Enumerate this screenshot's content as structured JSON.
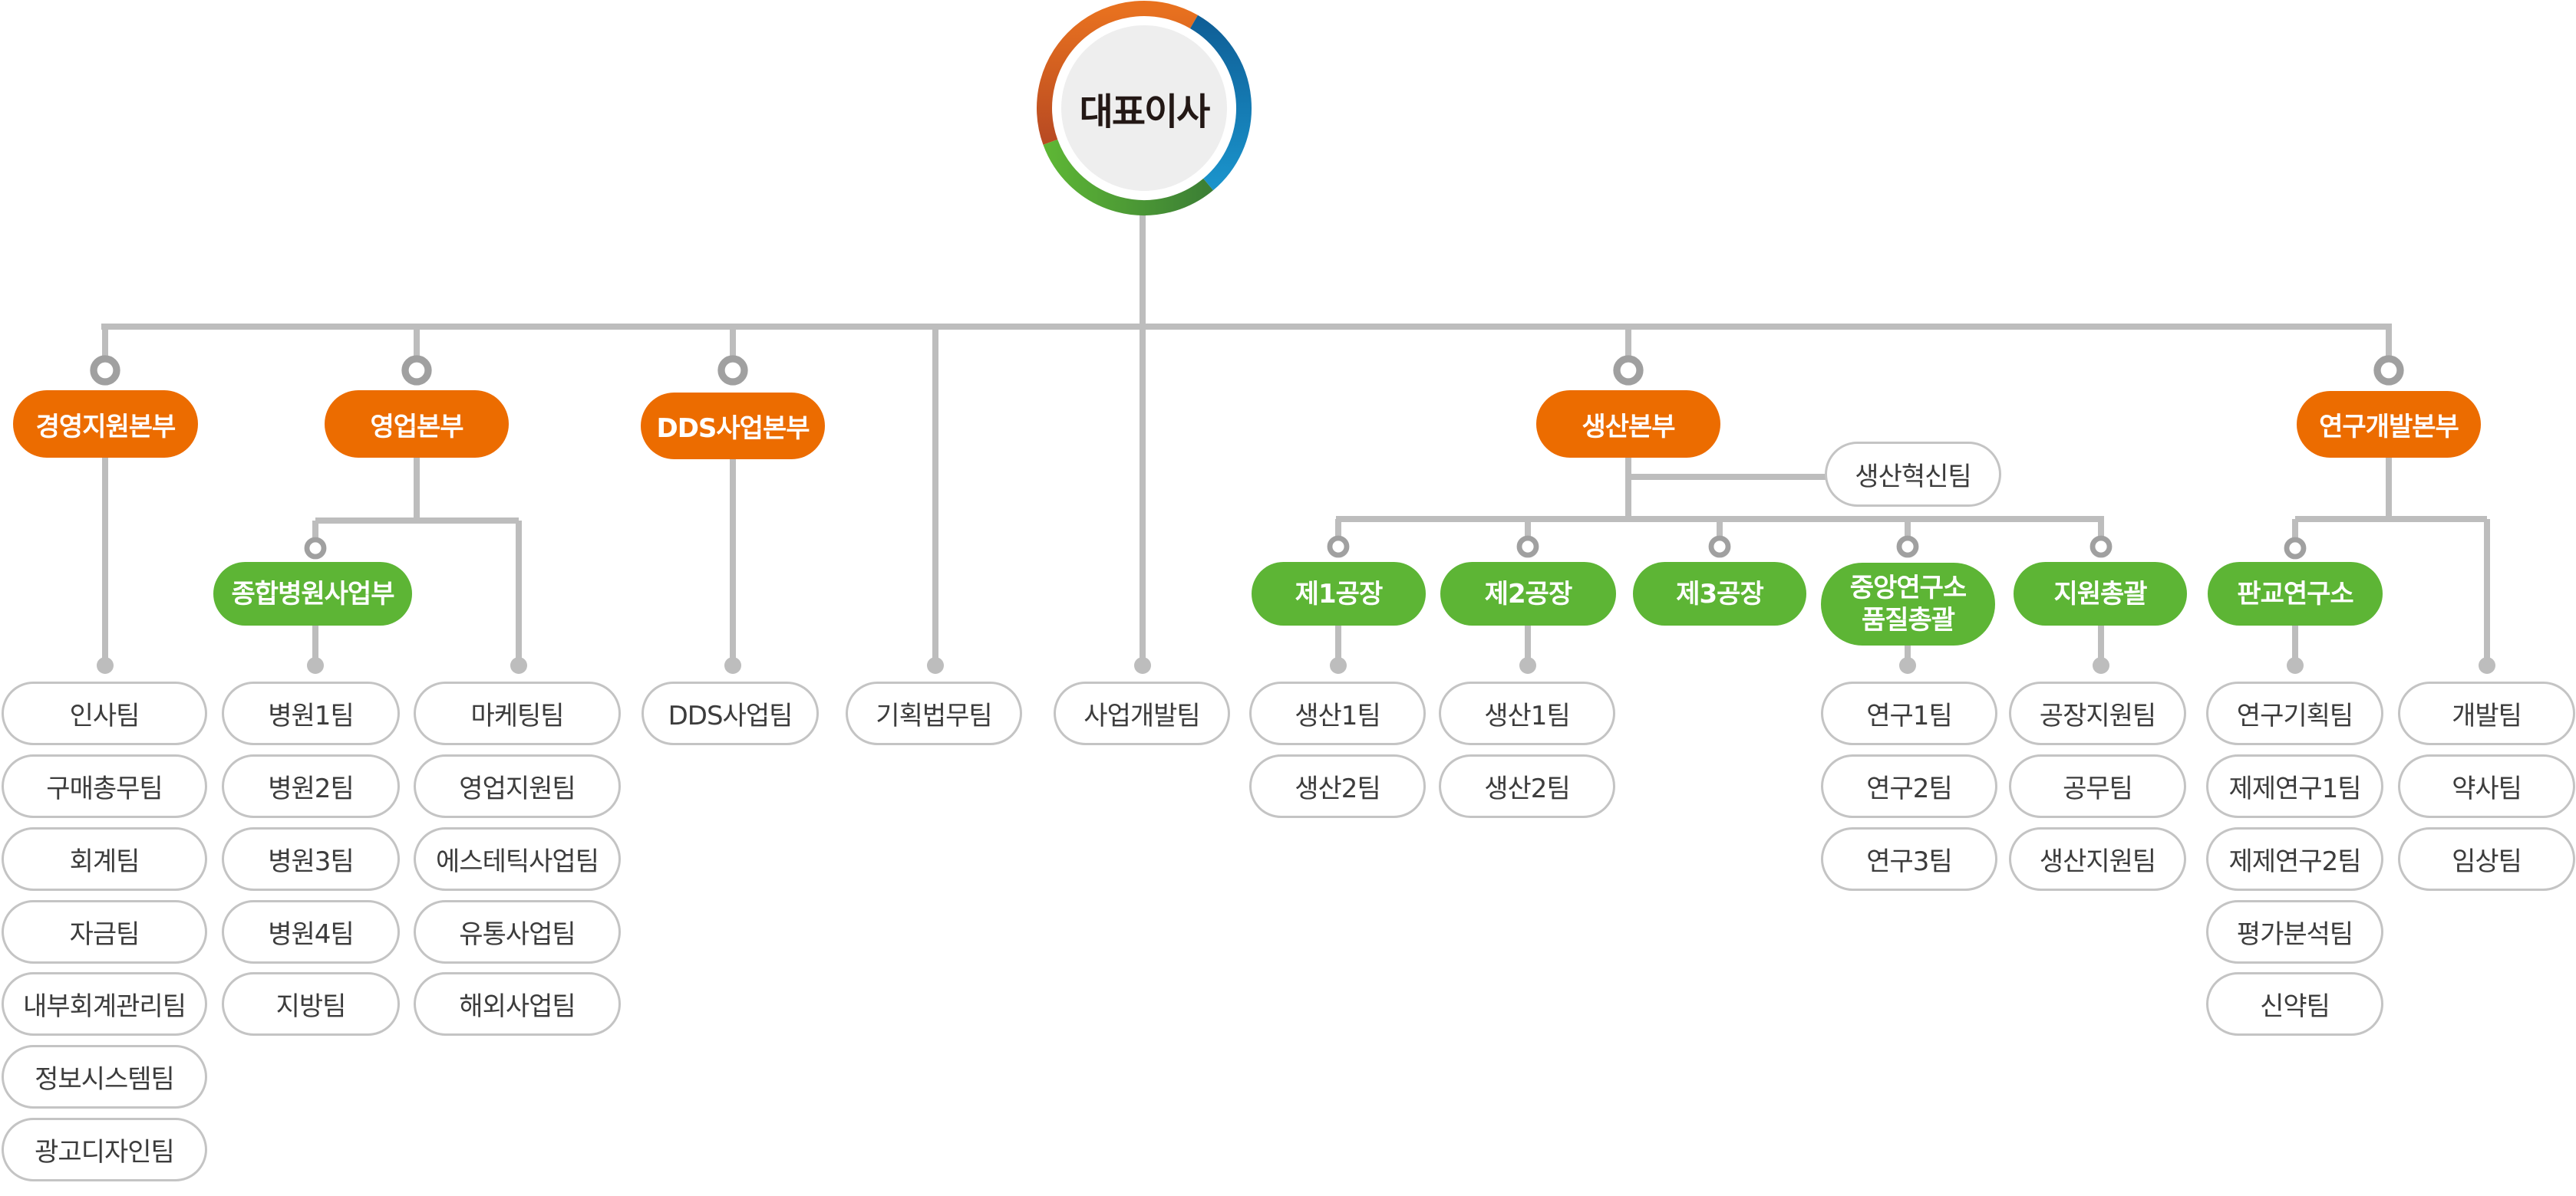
{
  "ceo": {
    "label": "대표이사"
  },
  "colors": {
    "division": "#ec6c00",
    "subdivision": "#5db535",
    "line": "#bdbdbd",
    "connector": "#a0a0a0",
    "leaf_border": "#c4c4c4",
    "ring": [
      "#e8711f",
      "#1a8fc9",
      "#3f8a35",
      "#5db535"
    ]
  },
  "divisions": {
    "management": "경영지원본부",
    "sales": "영업본부",
    "dds": "DDS사업본부",
    "production": "생산본부",
    "rnd": "연구개발본부"
  },
  "subdivisions": {
    "hospital": "종합병원사업부",
    "plant1": "제1공장",
    "plant2": "제2공장",
    "plant3": "제3공장",
    "central_lab_l1": "중앙연구소",
    "central_lab_l2": "품질총괄",
    "support": "지원총괄",
    "pangyo": "판교연구소"
  },
  "teams": {
    "management": [
      "인사팀",
      "구매총무팀",
      "회계팀",
      "자금팀",
      "내부회계관리팀",
      "정보시스템팀",
      "광고디자인팀"
    ],
    "hospital": [
      "병원1팀",
      "병원2팀",
      "병원3팀",
      "병원4팀",
      "지방팀"
    ],
    "sales_direct": [
      "마케팅팀",
      "영업지원팀",
      "에스테틱사업팀",
      "유통사업팀",
      "해외사업팀"
    ],
    "dds": [
      "DDS사업팀"
    ],
    "planning_legal": [
      "기획법무팀"
    ],
    "biz_dev": [
      "사업개발팀"
    ],
    "plant1": [
      "생산1팀",
      "생산2팀"
    ],
    "plant2": [
      "생산1팀",
      "생산2팀"
    ],
    "production_innovation": "생산혁신팀",
    "central_lab": [
      "연구1팀",
      "연구2팀",
      "연구3팀"
    ],
    "support": [
      "공장지원팀",
      "공무팀",
      "생산지원팀"
    ],
    "pangyo": [
      "연구기획팀",
      "제제연구1팀",
      "제제연구2팀",
      "평가분석팀",
      "신약팀"
    ],
    "rnd_direct": [
      "개발팀",
      "약사팀",
      "임상팀"
    ]
  }
}
